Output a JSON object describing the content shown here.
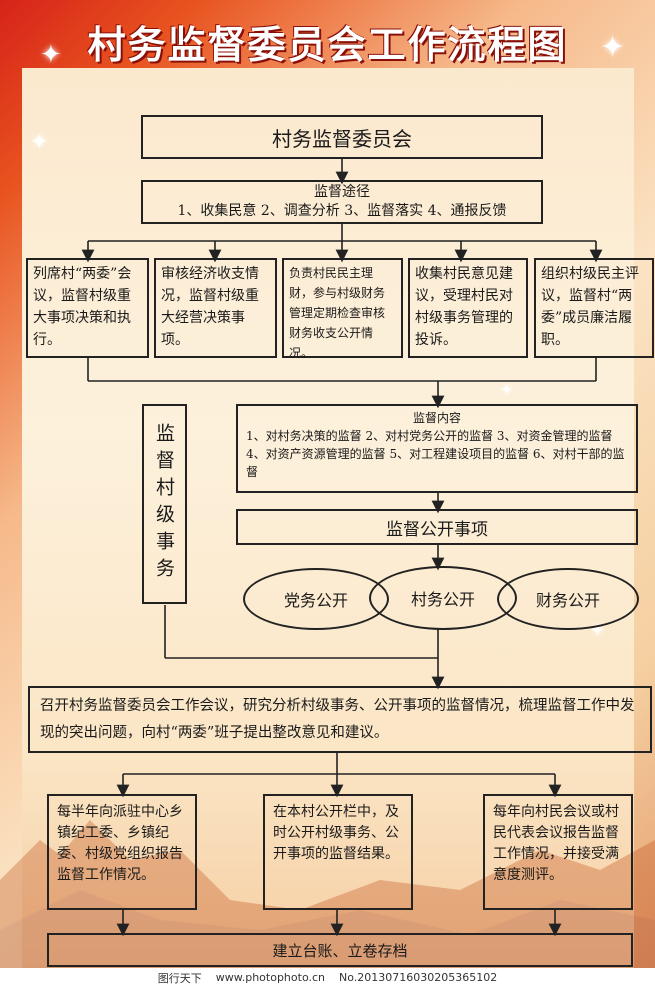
{
  "title": "村务监督委员会工作流程图",
  "committee": "村务监督委员会",
  "channels": {
    "heading": "监督途径",
    "items": "1、收集民意 2、调查分析 3、监督落实 4、通报反馈"
  },
  "duties": [
    "列席村“两委”会议，监督村级重大事项决策和执行。",
    "审核经济收支情况，监督村级重大经营决策事项。",
    "负责村民民主理财，参与村级财务管理定期检查审核财务收支公开情况。",
    "收集村民意见建议，受理村民对村级事务管理的投诉。",
    "组织村级民主评议，监督村“两委”成员廉洁履职。"
  ],
  "side_label": "监督村级事务",
  "content": {
    "heading": "监督内容",
    "items": "1、对村务决策的监督 2、对村党务公开的监督 3、对资金管理的监督 4、对资产资源管理的监督 5、对工程建设项目的监督 6、对村干部的监督"
  },
  "disclosure": "监督公开事项",
  "ellipses": [
    "党务公开",
    "村务公开",
    "财务公开"
  ],
  "meeting": "召开村务监督委员会工作会议，研究分析村级事务、公开事项的监督情况，梳理监督工作中发现的突出问题，向村“两委”班子提出整改意见和建议。",
  "reports": [
    "每半年向派驻中心乡镇纪工委、乡镇纪委、村级党组织报告监督工作情况。",
    "在本村公开栏中，及时公开村级事务、公开事项的监督结果。",
    "每年向村民会议或村民代表会议报告监督工作情况，并接受满意度测评。"
  ],
  "final": "建立台账、立卷存档",
  "footer": {
    "left": "图行天下",
    "site": "www.photophoto.cn",
    "no": "No.20130716030205365102"
  },
  "colors": {
    "title_red": "#d6231a",
    "background": "#fbe9ce",
    "line": "#222222"
  }
}
